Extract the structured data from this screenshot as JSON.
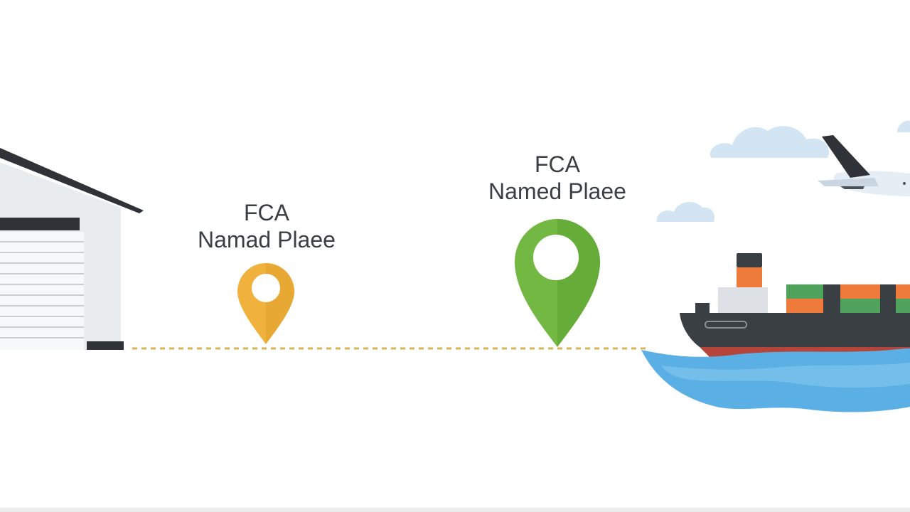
{
  "markers": [
    {
      "id": "marker-1",
      "line1": "FCA",
      "line2": "Namad Plaee",
      "color": "#F0B23C",
      "icon": "map-pin-icon"
    },
    {
      "id": "marker-2",
      "line1": "FCA",
      "line2": "Named Plaee",
      "color": "#72B842",
      "icon": "map-pin-icon"
    }
  ],
  "colors": {
    "route_dash": "#D9B25A",
    "warehouse_roof": "#2F3337",
    "warehouse_wall": "#E9ECEF",
    "ship_hull": "#3A3F44",
    "ship_hull_bottom": "#B5453A",
    "container_orange": "#EE7A3B",
    "container_green": "#4FA35C",
    "water": "#5AB0E4",
    "cloud": "#D3E4F2",
    "plane_tail": "#2F3337"
  },
  "icons": [
    "warehouse-icon",
    "cargo-ship-icon",
    "airplane-icon",
    "cloud-icon",
    "water-wave-icon"
  ]
}
